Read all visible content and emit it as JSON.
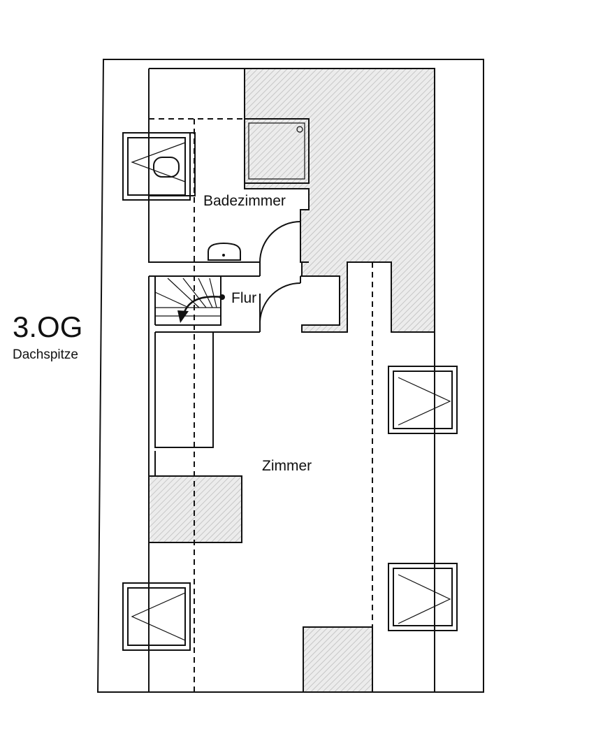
{
  "floor": {
    "level": "3.OG",
    "name": "Dachspitze"
  },
  "rooms": {
    "bath": "Badezimmer",
    "hall": "Flur",
    "main": "Zimmer"
  },
  "colors": {
    "line": "#111111",
    "hatch_fill": "#e6e6e6",
    "background": "#ffffff"
  },
  "icons": [
    "skylight-window-icon",
    "toilet-icon",
    "shower-tray-icon",
    "washbasin-icon",
    "door-swing-icon",
    "staircase-icon",
    "stair-arrow-icon",
    "chimney-hatch-icon"
  ]
}
